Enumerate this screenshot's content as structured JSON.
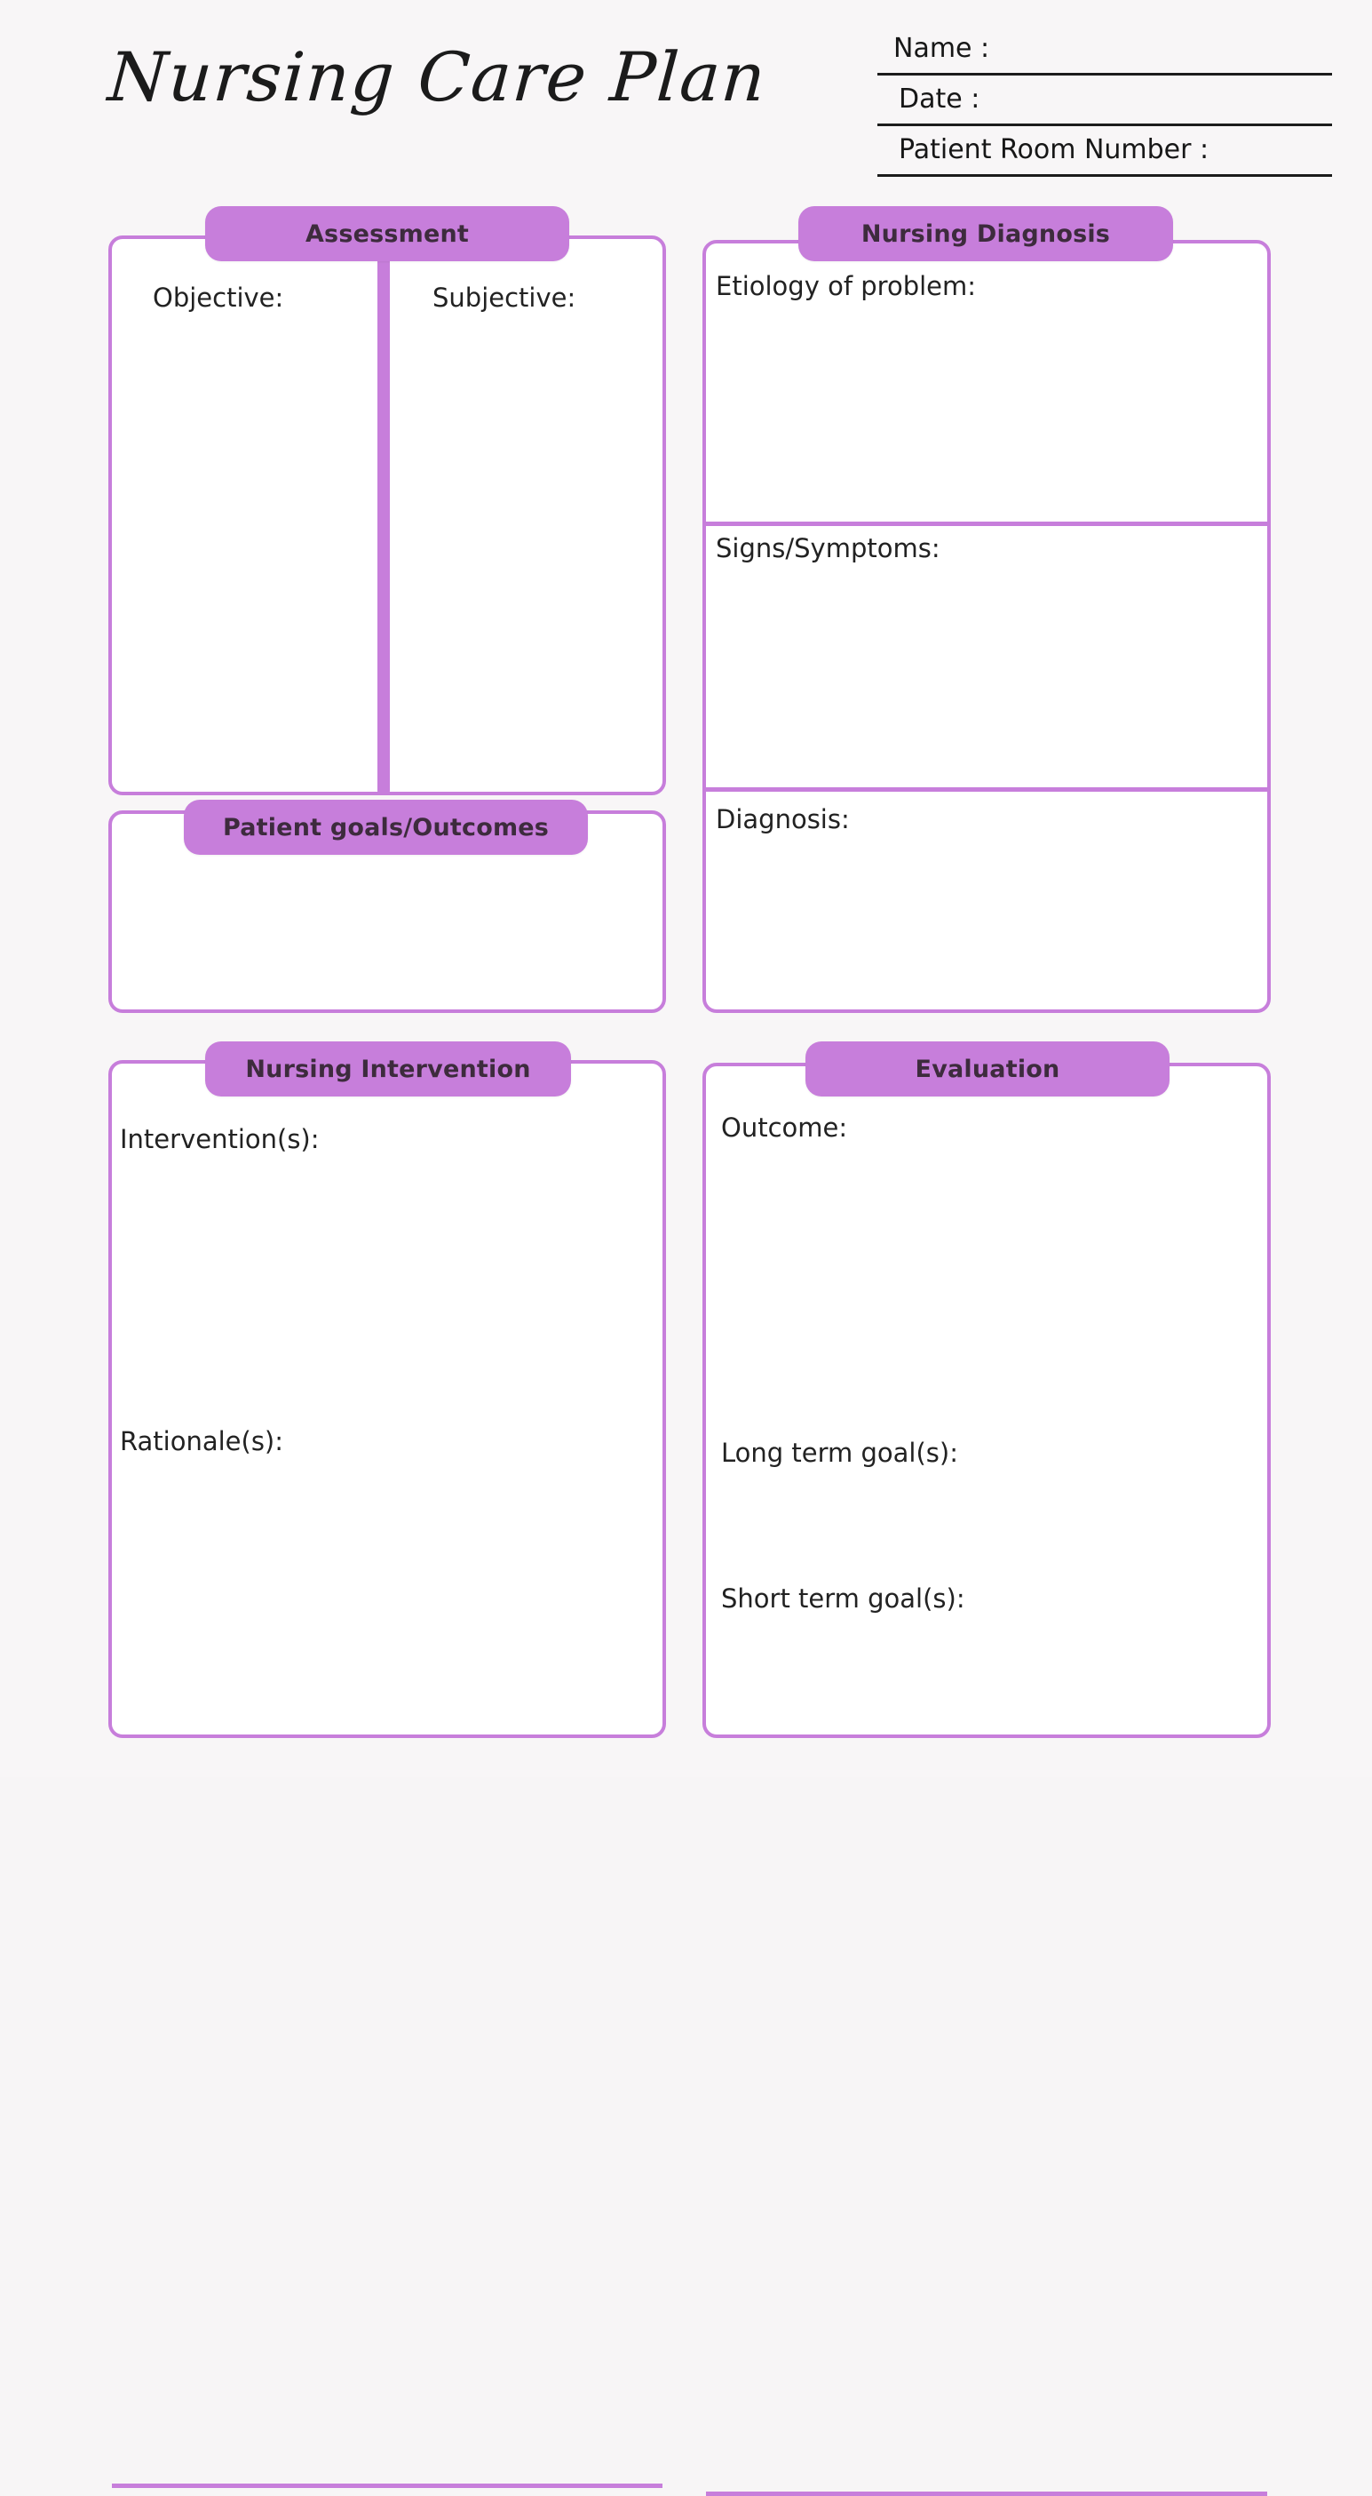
{
  "document": {
    "title": "Nursing Care Plan",
    "accent_color": "#c77edb",
    "pill_text_color": "#3d2b3d",
    "background_color": "#f8f6f7",
    "box_background": "#ffffff"
  },
  "header": {
    "fields": [
      {
        "label": "Name :"
      },
      {
        "label": "Date :"
      },
      {
        "label": "Patient Room Number :"
      }
    ]
  },
  "sections": {
    "assessment": {
      "pill_label": "Assessment",
      "objective_label": "Objective:",
      "subjective_label": "Subjective:"
    },
    "patient_goals": {
      "pill_label": "Patient goals/Outcomes"
    },
    "nursing_diagnosis": {
      "pill_label": "Nursing Diagnosis",
      "etiology_label": "Etiology of problem:",
      "signs_symptoms_label": "Signs/Symptoms:",
      "diagnosis_label": "Diagnosis:"
    },
    "nursing_intervention": {
      "pill_label": "Nursing Intervention",
      "interventions_label": "Intervention(s):",
      "rationale_label": "Rationale(s):"
    },
    "evaluation": {
      "pill_label": "Evaluation",
      "outcome_label": "Outcome:",
      "long_term_goal_label": "Long term goal(s):",
      "short_term_goal_label": "Short term goal(s):"
    }
  }
}
